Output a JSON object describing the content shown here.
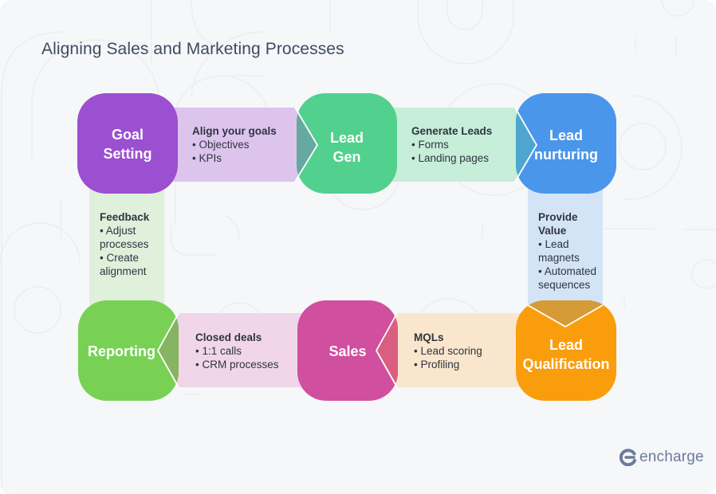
{
  "title": "Aligning Sales and Marketing Processes",
  "colors": {
    "background": "#f6f7f9",
    "title_text": "#3f4a63",
    "label_text": "#2f3441",
    "logo": "#6c7a9c"
  },
  "nodes": [
    {
      "id": "goal-setting",
      "lines": [
        "Goal",
        "Setting"
      ],
      "color": "#9b4fd1"
    },
    {
      "id": "lead-gen",
      "lines": [
        "Lead",
        "Gen"
      ],
      "color": "#52d08d"
    },
    {
      "id": "lead-nurturing",
      "lines": [
        "Lead",
        "nurturing"
      ],
      "color": "#4a96ea"
    },
    {
      "id": "lead-qualification",
      "lines": [
        "Lead",
        "Qualification"
      ],
      "color": "#fa9d0c"
    },
    {
      "id": "sales",
      "lines": [
        "Sales"
      ],
      "color": "#d04f9e"
    },
    {
      "id": "reporting",
      "lines": [
        "Reporting"
      ],
      "color": "#78d155"
    }
  ],
  "connectors": [
    {
      "id": "align-goals",
      "from": "Goal Setting",
      "to": "Lead Gen",
      "heading": "Align your goals",
      "items": [
        "• Objectives",
        "• KPIs"
      ],
      "color": "#dcc4ec",
      "overlap_color": "#66a9a0"
    },
    {
      "id": "generate-leads",
      "from": "Lead Gen",
      "to": "Lead nurturing",
      "heading": "Generate Leads",
      "items": [
        "• Forms",
        "• Landing pages"
      ],
      "color": "#c6eed8",
      "overlap_color": "#4ea6d0"
    },
    {
      "id": "provide-value",
      "from": "Lead nurturing",
      "to": "Lead Qualification",
      "heading_lines": [
        "Provide",
        "Value"
      ],
      "items": [
        "• Lead",
        "magnets",
        "• Automated",
        "sequences"
      ],
      "color": "#d3e4f7",
      "overlap_color": "#d69a36"
    },
    {
      "id": "mqls",
      "from": "Lead Qualification",
      "to": "Sales",
      "heading": "MQLs",
      "items": [
        "• Lead scoring",
        "• Profiling"
      ],
      "color": "#f9e6cc",
      "overlap_color": "#da5e82"
    },
    {
      "id": "closed-deals",
      "from": "Sales",
      "to": "Reporting",
      "heading": "Closed deals",
      "items": [
        "• 1:1 calls",
        "• CRM processes"
      ],
      "color": "#f0d6e8",
      "overlap_color": "#86b460"
    },
    {
      "id": "feedback",
      "from": "Reporting",
      "to": "Goal Setting",
      "heading": "Feedback",
      "items": [
        "• Adjust",
        "processes",
        "• Create",
        "alignment"
      ],
      "color": "#dff0db",
      "overlap_color": null
    }
  ],
  "logo": {
    "text": "encharge",
    "icon": "encharge-e-logo-icon"
  }
}
